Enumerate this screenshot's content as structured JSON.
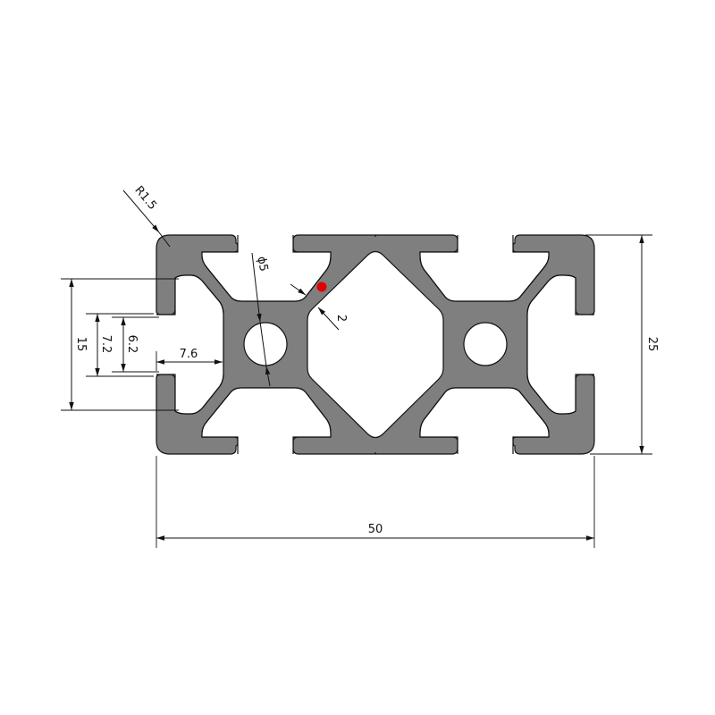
{
  "drawing": {
    "title": "2550 aluminum extrusion profile cross-section",
    "units": "mm",
    "profile_color": "#7f7f7f",
    "outline_color": "#111111",
    "marker_color": "#e00000"
  },
  "dimensions": {
    "width": "50",
    "height": "25",
    "slot_pitch": "15",
    "slot_opening_outer": "7.2",
    "slot_opening_inner": "6.2",
    "slot_depth": "7.6",
    "center_hole": "ϕ5",
    "wall_thickness": "2",
    "corner_radius": "R1.5"
  }
}
